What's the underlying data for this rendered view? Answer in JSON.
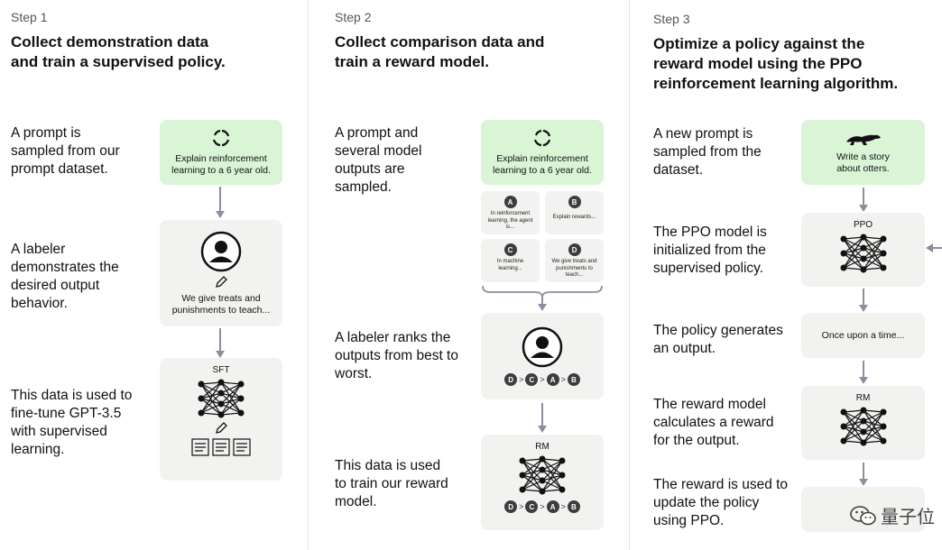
{
  "step1": {
    "step": "Step 1",
    "title": "Collect demonstration data and train a supervised policy.",
    "desc1": "A prompt is sampled from our prompt dataset.",
    "desc2": "A labeler demonstrates the desired output behavior.",
    "desc3": "This data is used to fine-tune GPT-3.5 with supervised learning.",
    "prompt": "Explain reinforcement learning to a 6 year old.",
    "demo": "We give treats and punishments to teach...",
    "model": "SFT"
  },
  "step2": {
    "step": "Step 2",
    "title": "Collect comparison data and train a reward model.",
    "desc1": "A prompt and several model outputs are sampled.",
    "desc2": "A labeler ranks the outputs from best to worst.",
    "desc3": "This data is used to train our reward model.",
    "prompt": "Explain reinforcement learning to a 6 year old.",
    "outputs": [
      {
        "letter": "A",
        "text": "In reinforcement learning, the agent is..."
      },
      {
        "letter": "B",
        "text": "Explain rewards..."
      },
      {
        "letter": "C",
        "text": "In machine learning..."
      },
      {
        "letter": "D",
        "text": "We give treats and punishments to teach..."
      }
    ],
    "ranking": [
      "D",
      "C",
      "A",
      "B"
    ],
    "rank_sep": ">",
    "model": "RM"
  },
  "step3": {
    "step": "Step 3",
    "title": "Optimize a policy against the reward model using the PPO reinforcement learning algorithm.",
    "desc1": "A new prompt is sampled from the dataset.",
    "desc2": "The PPO model is initialized from the supervised policy.",
    "desc3": "The policy generates an output.",
    "desc4": "The reward model calculates a reward for the output.",
    "desc5": "The reward is used to update the policy using PPO.",
    "prompt": "Write a story about otters.",
    "policy": "PPO",
    "output": "Once upon a time...",
    "reward_model": "RM"
  },
  "watermark": "量子位",
  "colors": {
    "prompt_box": "#d9f5d6",
    "box": "#f2f2f0",
    "arrow": "#8a8f9e"
  }
}
